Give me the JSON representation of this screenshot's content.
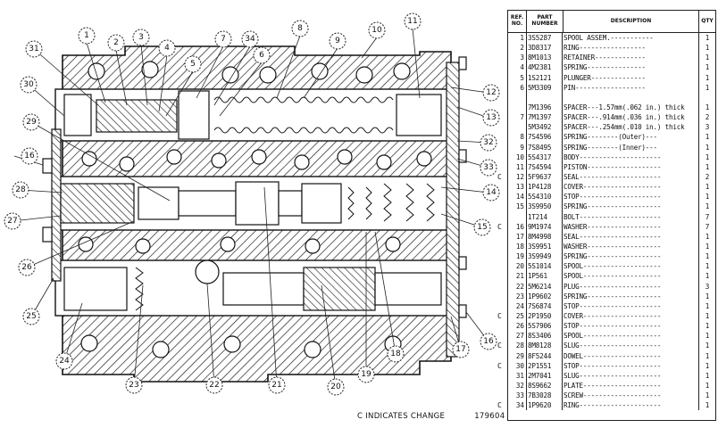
{
  "footer": {
    "change_note": "C INDICATES CHANGE",
    "drawing_number": "179604"
  },
  "callouts": [
    "1",
    "2",
    "3",
    "4",
    "5",
    "6",
    "7",
    "8",
    "9",
    "10",
    "11",
    "12",
    "13",
    "14",
    "15",
    "16",
    "16",
    "17",
    "18",
    "19",
    "20",
    "21",
    "22",
    "23",
    "24",
    "25",
    "26",
    "27",
    "28",
    "29",
    "30",
    "31",
    "32",
    "33",
    "34"
  ],
  "parts_table": {
    "headers": {
      "ref": "REF. NO.",
      "part": "PART NUMBER",
      "desc": "DESCRIPTION",
      "qty": "QTY"
    },
    "rows": [
      {
        "ref": "1",
        "part": "3S5287",
        "desc": "SPOOL ASSEM.-----------",
        "qty": "1",
        "chg": ""
      },
      {
        "ref": "2",
        "part": "3D8317",
        "desc": "    RING-----------------",
        "qty": "1",
        "chg": ""
      },
      {
        "ref": "3",
        "part": "8M1013",
        "desc": "    RETAINER-------------",
        "qty": "1",
        "chg": ""
      },
      {
        "ref": "4",
        "part": "4M2381",
        "desc": "    SPRING---------------",
        "qty": "1",
        "chg": ""
      },
      {
        "ref": "5",
        "part": "1S2121",
        "desc": "    PLUNGER--------------",
        "qty": "1",
        "chg": ""
      },
      {
        "ref": "6",
        "part": "5M3309",
        "desc": "    PIN------------------",
        "qty": "1",
        "chg": ""
      },
      {
        "ref": "",
        "part": "",
        "desc": "",
        "qty": "",
        "chg": ""
      },
      {
        "ref": "",
        "part": "7M1396",
        "desc": "SPACER---1.57mm(.062 in.) thick",
        "qty": "1",
        "chg": ""
      },
      {
        "ref": "7",
        "part": "7M1397",
        "desc": "SPACER---.914mm(.036 in.) thick",
        "qty": "2",
        "chg": ""
      },
      {
        "ref": "",
        "part": "5M3492",
        "desc": "SPACER---.254mm(.010 in.) thick",
        "qty": "3",
        "chg": ""
      },
      {
        "ref": "8",
        "part": "7S4596",
        "desc": "SPRING--------(Outer)---",
        "qty": "1",
        "chg": ""
      },
      {
        "ref": "9",
        "part": "7S8495",
        "desc": "SPRING--------(Inner)---",
        "qty": "1",
        "chg": ""
      },
      {
        "ref": "10",
        "part": "5S4317",
        "desc": "BODY---------------------",
        "qty": "1",
        "chg": ""
      },
      {
        "ref": "11",
        "part": "7S4594",
        "desc": "PISTON-------------------",
        "qty": "1",
        "chg": ""
      },
      {
        "ref": "12",
        "part": "5F9637",
        "desc": "SEAL---------------------",
        "qty": "2",
        "chg": "C"
      },
      {
        "ref": "13",
        "part": "1P4128",
        "desc": "COVER--------------------",
        "qty": "1",
        "chg": ""
      },
      {
        "ref": "14",
        "part": "5S4310",
        "desc": "STOP---------------------",
        "qty": "1",
        "chg": ""
      },
      {
        "ref": "15",
        "part": "3S9950",
        "desc": "SPRING-------------------",
        "qty": "1",
        "chg": ""
      },
      {
        "ref": "",
        "part": "1T214",
        "desc": "BOLT---------------------",
        "qty": "7",
        "chg": ""
      },
      {
        "ref": "16",
        "part": "9M1974",
        "desc": "WASHER-------------------",
        "qty": "7",
        "chg": "C"
      },
      {
        "ref": "17",
        "part": "8M4998",
        "desc": "SEAL---------------------",
        "qty": "1",
        "chg": ""
      },
      {
        "ref": "18",
        "part": "3S9951",
        "desc": "WASHER-------------------",
        "qty": "1",
        "chg": ""
      },
      {
        "ref": "19",
        "part": "3S9949",
        "desc": "SPRING-------------------",
        "qty": "1",
        "chg": ""
      },
      {
        "ref": "20",
        "part": "5S1014",
        "desc": "SPOOL--------------------",
        "qty": "1",
        "chg": ""
      },
      {
        "ref": "21",
        "part": "1P561",
        "desc": "SPOOL--------------------",
        "qty": "1",
        "chg": ""
      },
      {
        "ref": "22",
        "part": "5M6214",
        "desc": "PLUG---------------------",
        "qty": "3",
        "chg": ""
      },
      {
        "ref": "23",
        "part": "1P9602",
        "desc": "SPRING-------------------",
        "qty": "1",
        "chg": ""
      },
      {
        "ref": "24",
        "part": "7S6874",
        "desc": "STOP---------------------",
        "qty": "1",
        "chg": ""
      },
      {
        "ref": "25",
        "part": "2P1950",
        "desc": "COVER--------------------",
        "qty": "1",
        "chg": "C"
      },
      {
        "ref": "26",
        "part": "5S7906",
        "desc": "STOP---------------------",
        "qty": "1",
        "chg": ""
      },
      {
        "ref": "27",
        "part": "8S3406",
        "desc": "SPOOL--------------------",
        "qty": "1",
        "chg": ""
      },
      {
        "ref": "28",
        "part": "8M8128",
        "desc": "SLUG---------------------",
        "qty": "1",
        "chg": "C"
      },
      {
        "ref": "29",
        "part": "8F5244",
        "desc": "DOWEL--------------------",
        "qty": "1",
        "chg": ""
      },
      {
        "ref": "30",
        "part": "2P1551",
        "desc": "STOP---------------------",
        "qty": "1",
        "chg": "C"
      },
      {
        "ref": "31",
        "part": "2M7041",
        "desc": "SLUG---------------------",
        "qty": "1",
        "chg": ""
      },
      {
        "ref": "32",
        "part": "8S9662",
        "desc": "PLATE--------------------",
        "qty": "1",
        "chg": ""
      },
      {
        "ref": "33",
        "part": "7B3028",
        "desc": "SCREW--------------------",
        "qty": "1",
        "chg": ""
      },
      {
        "ref": "34",
        "part": "1P9620",
        "desc": "RING---------------------",
        "qty": "1",
        "chg": "C"
      }
    ]
  }
}
